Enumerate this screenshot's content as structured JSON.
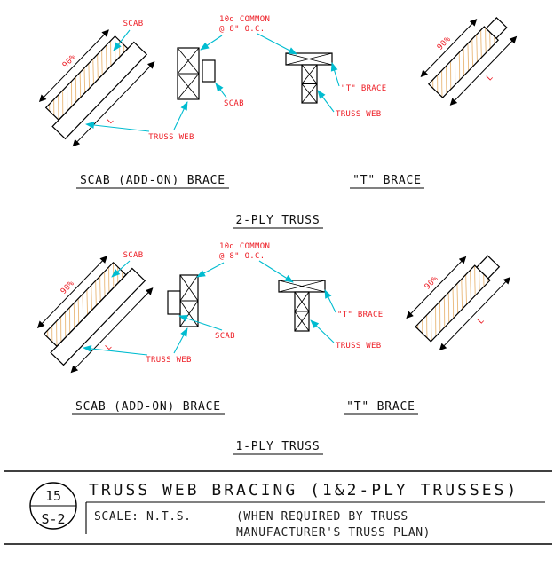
{
  "colors": {
    "annotation_red": "#ed1c24",
    "leader_cyan": "#00bcd0",
    "hatch_orange": "#e09a40",
    "line_black": "#000000"
  },
  "labels": {
    "scab": "SCAB",
    "truss_web": "TRUSS WEB",
    "t_brace": "\"T\" BRACE",
    "nail_line1": "10d COMMON",
    "nail_line2": "@ 8\" O.C.",
    "length": "L",
    "ninety_percent": "90%"
  },
  "captions": {
    "scab_brace": "SCAB (ADD-ON) BRACE",
    "t_brace": "\"T\" BRACE",
    "two_ply": "2-PLY TRUSS",
    "one_ply": "1-PLY TRUSS"
  },
  "title_block": {
    "detail_number": "15",
    "sheet_number": "S-2",
    "title": "TRUSS WEB BRACING (1&2-PLY TRUSSES)",
    "scale": "SCALE: N.T.S.",
    "note_line1": "(WHEN REQUIRED BY TRUSS",
    "note_line2": "MANUFACTURER'S TRUSS PLAN)"
  }
}
